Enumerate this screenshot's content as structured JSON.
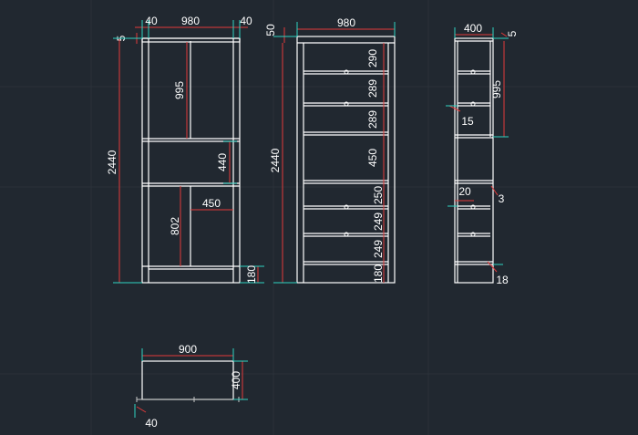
{
  "colors": {
    "background": "#212830",
    "geometry": "#ffffff",
    "dimension": "#e23a3a",
    "extension": "#2fd3c2"
  },
  "views": {
    "front": {
      "top_left": "40",
      "width": "980",
      "top_right": "40",
      "top_gap": "5",
      "height": "2440",
      "upper_h": "995",
      "middle_h": "440",
      "lower_h": "802",
      "inner_w": "450",
      "plinth": "180"
    },
    "shelves": {
      "width": "980",
      "top_gap": "50",
      "height": "2440",
      "s1": "290",
      "s2": "289",
      "s3": "289",
      "s4": "450",
      "s5": "250",
      "s6": "249",
      "s7": "249",
      "s8": "180"
    },
    "side": {
      "depth": "400",
      "top_gap": "5",
      "upper_h": "995",
      "d15": "15",
      "d20": "20",
      "d3": "3",
      "d18": "18"
    },
    "plan": {
      "width": "900",
      "depth": "400",
      "offset": "40"
    }
  }
}
